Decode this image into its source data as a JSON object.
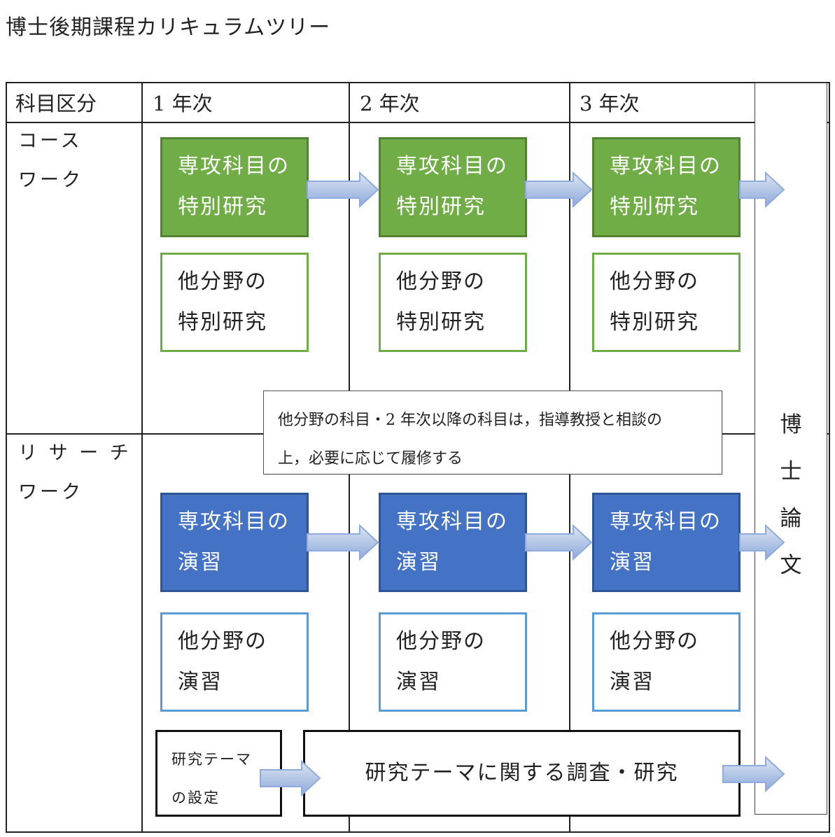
{
  "title": "博士後期課程カリキュラムツリー",
  "header": {
    "category": "科目区分",
    "year1": "1 年次",
    "year2": "2 年次",
    "year3": "3 年次"
  },
  "rows": {
    "coursework": [
      "コース",
      "ワーク"
    ],
    "researchwork": [
      "リ サ ー チ",
      "ワーク"
    ]
  },
  "coursework": {
    "main": [
      "専攻科目の",
      "特別研究"
    ],
    "other": [
      "他分野の",
      "特別研究"
    ]
  },
  "researchwork": {
    "main": [
      "専攻科目の",
      "演習"
    ],
    "other": [
      "他分野の",
      "演習"
    ]
  },
  "note": [
    "他分野の科目・2 年次以降の科目は，指導教授と相談の",
    "上，必要に応じて履修する"
  ],
  "theme_setting": [
    "研究テーマ",
    "の設定"
  ],
  "theme_research": "研究テーマに関する調査・研究",
  "thesis": [
    "博",
    "士",
    "論",
    "文"
  ],
  "colors": {
    "green_fill": "#70ad47",
    "green_border": "#548235",
    "blue_fill": "#4472c4",
    "blue_border": "#2f5597",
    "green_outline": "#70ad47",
    "blue_outline": "#5b9bd5",
    "arrow_fill_light": "#dce6f2",
    "arrow_fill_dark": "#8ea9db",
    "arrow_stroke": "#8faadc"
  }
}
